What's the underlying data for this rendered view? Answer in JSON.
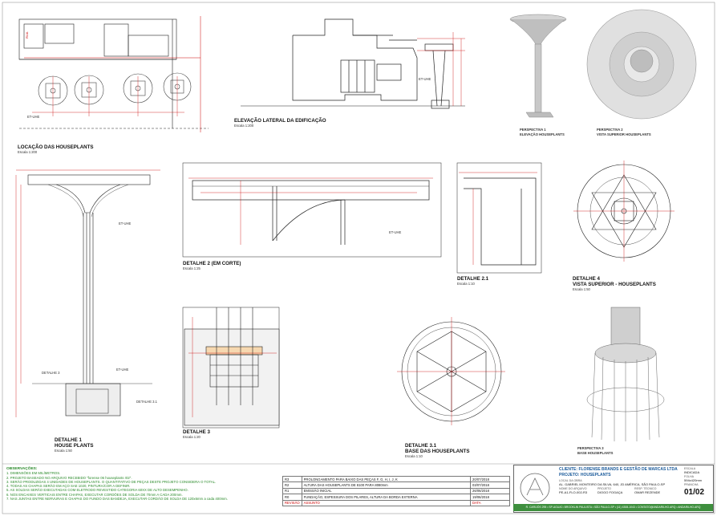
{
  "colors": {
    "accent_red": "#cc0000",
    "accent_green": "#2a8a2a",
    "accent_blue": "#1a5a9a",
    "footer_green": "#3e8f3e"
  },
  "views": {
    "locacao": {
      "title": "LOCAÇÃO DAS HOUSEPLANTS",
      "scale": "Escala 1:200"
    },
    "elevacao": {
      "title": "ELEVAÇÃO LATERAL DA EDIFICAÇÃO",
      "scale": "Escala 1:200"
    },
    "persp1": {
      "title1": "PERSPECTIVA 1",
      "title2": "ELEVAÇÃO HOUSEPLANTS"
    },
    "persp2": {
      "title1": "PERSPECTIVA 2",
      "title2": "VISTA SUPERIOR HOUSEPLANTS"
    },
    "detalhe1": {
      "title1": "DETALHE 1",
      "title2": "HOUSE PLANTS",
      "scale": "Escala 1:50"
    },
    "detalhe2": {
      "title": "DETALHE 2 (EM CORTE)",
      "scale": "Escala 1:25"
    },
    "detalhe21": {
      "title": "DETALHE 2.1",
      "scale": "Escala 1:10"
    },
    "detalhe4": {
      "title1": "DETALHE 4",
      "title2": "VISTA SUPERIOR - HOUSEPLANTS",
      "scale": "Escala 1:50"
    },
    "detalhe3": {
      "title": "DETALHE 3",
      "scale": "Escala 1:20"
    },
    "detalhe31": {
      "title1": "DETALHE 3.1",
      "title2": "BASE DAS HOUSEPLANTS",
      "scale": "Escala 1:10"
    },
    "persp3": {
      "title1": "PERSPECTIVA 3",
      "title2": "BASE HOUSEPLANTS"
    }
  },
  "tags": {
    "et": "ET-UHE",
    "det3": "DETALHE 3",
    "det31": "DETALHE 3.1"
  },
  "notes": {
    "title": "OBSERVAÇÕES:",
    "items": [
      "1. DIMENSÕES EM MILÍMETROS.",
      "2. PROJETO BASEADO NO ARQUIVO RECEBIDO \"forense 06 houseplants r02\".",
      "3. SERÃO PRODUZIDAS 4 UNIDADES DE HOUSEPLANTS. O QUANTITATIVO DE PEÇAS DESTE PROJETO CONSIDERA O TOTAL.",
      "4. TODAS AS CHAPAS SERÃO EM AÇO SAE 1020, PINTURA/COR A DEFINIR.",
      "5. AS SOLDAS SERÃO EXECUTADAS COM ELETRODO REVESTIDO CATEGORIA 60XX DE ALTO DESEMPENHO.",
      "6. NOS ENCAIXES VERTICAIS ENTRE CHAPAS, EXECUTAR CORDÕES DE SOLDA DE 70mm A CADA 200mm.",
      "7. NAS JUNTAS ENTRE NERVURAS E CHAPAS DO FUNDO DAS BANDEJA, EXECUTAR CORDÃO DE SOLDA DE 120x6mm a cada 400mm."
    ]
  },
  "revisions": {
    "header": {
      "rev": "REVISÃO",
      "desc": "ASSUNTO",
      "date": "DATA"
    },
    "rows": [
      {
        "rev": "R3",
        "desc": "PROLONGAMENTO PARA BAIXO DAS PEÇAS F, G, H, I, J, K",
        "date": "20/07/2018"
      },
      {
        "rev": "R2",
        "desc": "ALTURA DAS HOUSEPLANTS DE 8100 PARA 8080mm",
        "date": "03/07/2018"
      },
      {
        "rev": "R1",
        "desc": "EMISSÃO INICIAL",
        "date": "26/06/2018"
      },
      {
        "rev": "R0",
        "desc": "FUNDAÇÃO, ESPESSURA DOS PILARES, ALTURA DA BORDA EXTERNA",
        "date": "19/06/2018"
      }
    ]
  },
  "title_block": {
    "client": "CLIENTE: FLORENSE BRANDS E GESTÃO DE MARCAS LTDA",
    "project": "PROJETO: HOUSEPLANTS",
    "local_label": "LOCAL DA OBRA",
    "local": "AL. GABRIEL MONTEIRO DA SILVA, 640, JD AMÉRICA, SÃO PAULO-SP",
    "file_label": "NOME DO ARQUIVO",
    "file": "PE-A1-FLO-002-R3",
    "proj_label": "PROJETO",
    "proj_person": "DIOGO FOGAÇA",
    "resp_label": "RESP. TÉCNICO",
    "resp_person": "OMAR REZENDE",
    "scale_label": "ESCALA",
    "scale": "INDICADA",
    "sheet_label": "FOLHA",
    "sheet_size": "594x420mm",
    "page_label": "PRANCHA",
    "page": "01/02"
  },
  "footer": "R. CARIJÓS 295 • SP-AGUAÍ • BROOKLIN PAULISTA • SÃO PAULO-SP • (11) 4308-1043 • CONTATO@ANDARILHO.ARQ • ANDARILHO.ARQ"
}
